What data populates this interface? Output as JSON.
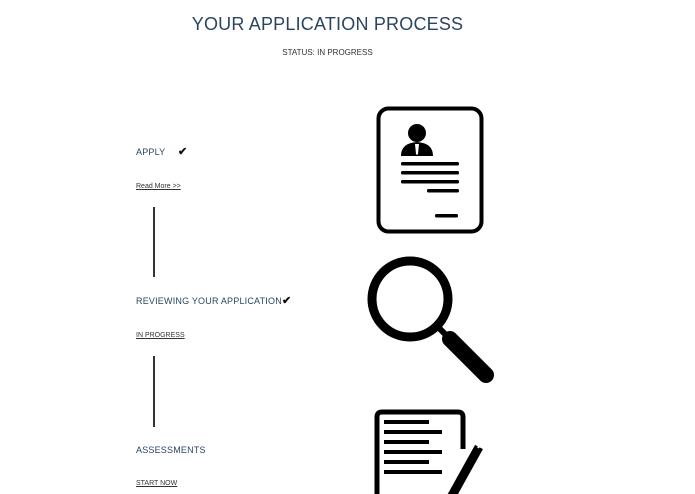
{
  "header": {
    "title": "YOUR APPLICATION PROCESS",
    "status": "STATUS: IN PROGRESS"
  },
  "steps": [
    {
      "label": "APPLY",
      "completed": true,
      "check_icon": "checkmark-icon",
      "link": "Read More >>",
      "illustration": "resume-document-icon"
    },
    {
      "label": "REVIEWING YOUR APPLICATION",
      "completed": true,
      "check_icon": "checkmark-icon",
      "link": "IN PROGRESS",
      "illustration": "magnifying-glass-icon"
    },
    {
      "label": "ASSESSMENTS",
      "completed": false,
      "link": "START NOW",
      "illustration": "document-pencil-icon"
    }
  ],
  "check_glyph": "✔",
  "colors": {
    "heading": "#2b4560",
    "text": "#333333",
    "icon": "#000000"
  }
}
